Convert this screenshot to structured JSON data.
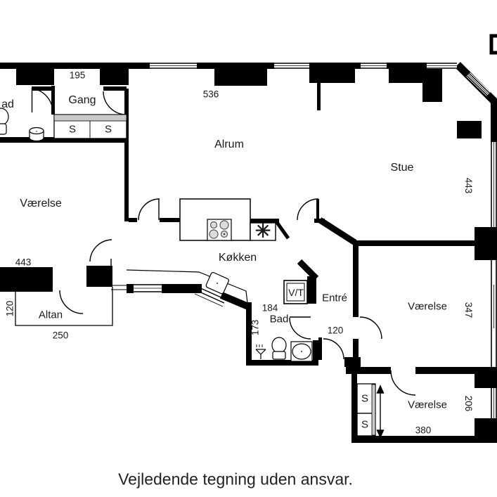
{
  "footer": {
    "disclaimer": "Vejledende tegning uden ansvar."
  },
  "rooms": {
    "bad_top_partial": "ad",
    "gang": "Gang",
    "alrum": "Alrum",
    "stue": "Stue",
    "vaerelse_left": "Værelse",
    "koekken": "Køkken",
    "entre": "Entré",
    "vaerelse_right": "Værelse",
    "vaerelse_bottom": "Værelse",
    "altan": "Altan",
    "bad": "Bad",
    "laundry": "V/T"
  },
  "dims": {
    "gang_width": "195",
    "alrum_width": "536",
    "stue_depth": "443",
    "vaerelse_left_width": "443",
    "altan_depth": "120",
    "altan_width": "250",
    "bad_width": "184",
    "bad_depth": "173",
    "entre_width": "120",
    "vaerelse_right_depth": "347",
    "vaerelse_bottom_depth": "206",
    "vaerelse_bottom_width": "380"
  },
  "closet_label": "S",
  "symbols": {
    "appliance": "✳"
  },
  "colors": {
    "wall": "#000000",
    "background": "#ffffff",
    "closet_front": "#c9c9c9",
    "text": "#1a1a1a"
  }
}
